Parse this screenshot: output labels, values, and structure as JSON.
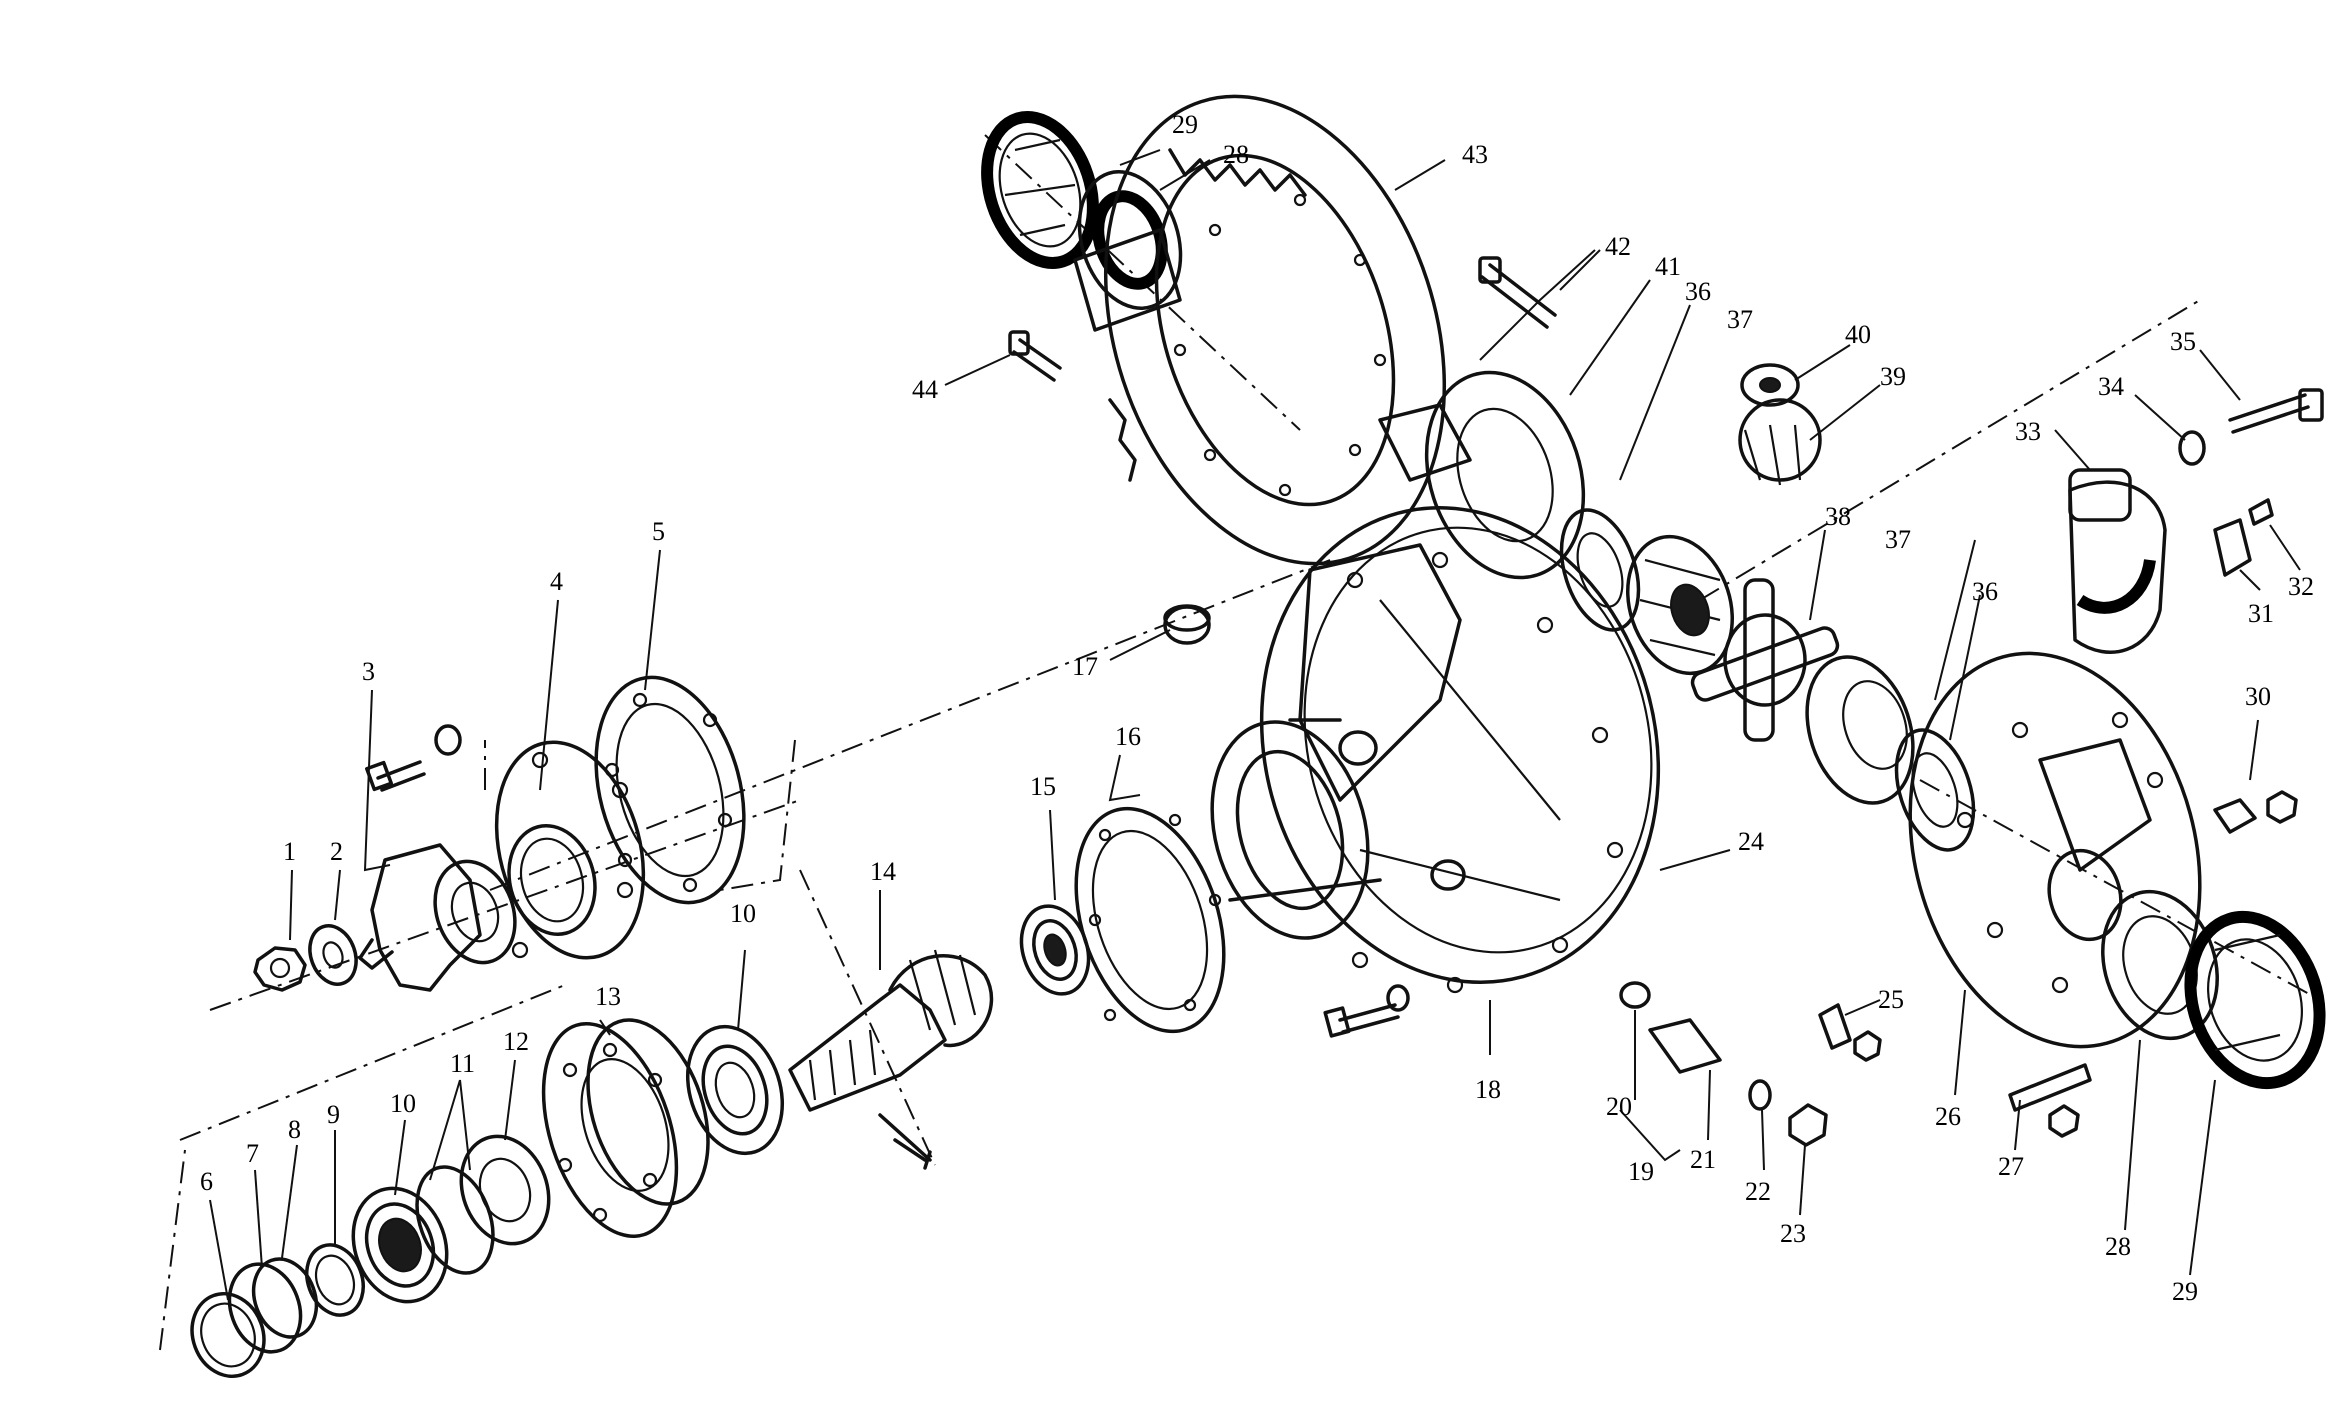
{
  "diagram": {
    "labels": [
      {
        "id": "p1",
        "text": "1"
      },
      {
        "id": "p2",
        "text": "2"
      },
      {
        "id": "p3",
        "text": "3"
      },
      {
        "id": "p4",
        "text": "4"
      },
      {
        "id": "p5",
        "text": "5"
      },
      {
        "id": "p6",
        "text": "6"
      },
      {
        "id": "p7",
        "text": "7"
      },
      {
        "id": "p8",
        "text": "8"
      },
      {
        "id": "p9",
        "text": "9"
      },
      {
        "id": "p10a",
        "text": "10"
      },
      {
        "id": "p10b",
        "text": "10"
      },
      {
        "id": "p11",
        "text": "11"
      },
      {
        "id": "p12",
        "text": "12"
      },
      {
        "id": "p13",
        "text": "13"
      },
      {
        "id": "p14",
        "text": "14"
      },
      {
        "id": "p15",
        "text": "15"
      },
      {
        "id": "p16",
        "text": "16"
      },
      {
        "id": "p17",
        "text": "17"
      },
      {
        "id": "p18",
        "text": "18"
      },
      {
        "id": "p19",
        "text": "19"
      },
      {
        "id": "p20",
        "text": "20"
      },
      {
        "id": "p21",
        "text": "21"
      },
      {
        "id": "p22",
        "text": "22"
      },
      {
        "id": "p23",
        "text": "23"
      },
      {
        "id": "p24",
        "text": "24"
      },
      {
        "id": "p25",
        "text": "25"
      },
      {
        "id": "p26",
        "text": "26"
      },
      {
        "id": "p27",
        "text": "27"
      },
      {
        "id": "p28a",
        "text": "28"
      },
      {
        "id": "p28b",
        "text": "28"
      },
      {
        "id": "p29a",
        "text": "29"
      },
      {
        "id": "p29b",
        "text": "29"
      },
      {
        "id": "p30",
        "text": "30"
      },
      {
        "id": "p31",
        "text": "31"
      },
      {
        "id": "p32",
        "text": "32"
      },
      {
        "id": "p33",
        "text": "33"
      },
      {
        "id": "p34",
        "text": "34"
      },
      {
        "id": "p35",
        "text": "35"
      },
      {
        "id": "p36a",
        "text": "36"
      },
      {
        "id": "p36b",
        "text": "36"
      },
      {
        "id": "p37a",
        "text": "37"
      },
      {
        "id": "p37b",
        "text": "37"
      },
      {
        "id": "p38",
        "text": "38"
      },
      {
        "id": "p39",
        "text": "39"
      },
      {
        "id": "p40",
        "text": "40"
      },
      {
        "id": "p41",
        "text": "41"
      },
      {
        "id": "p42",
        "text": "42"
      },
      {
        "id": "p43",
        "text": "43"
      },
      {
        "id": "p44",
        "text": "44"
      }
    ]
  }
}
